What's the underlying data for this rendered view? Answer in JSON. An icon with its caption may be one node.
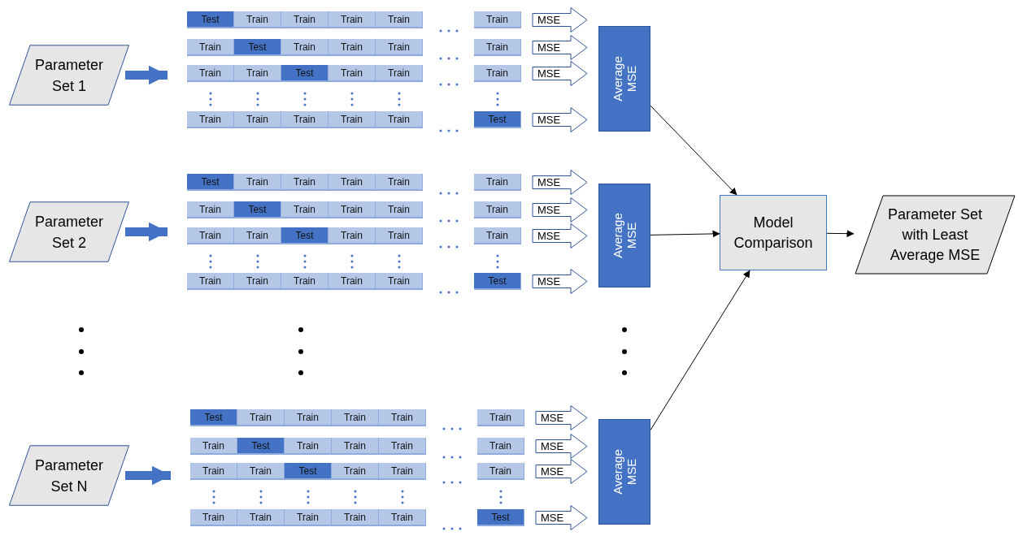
{
  "diagram": {
    "nodes": [
      {
        "text": [
          "Parameter Set 1"
        ]
      },
      {
        "text": [
          "Test"
        ]
      },
      {
        "text": [
          "Train"
        ]
      },
      {
        "text": [
          "Train"
        ]
      },
      {
        "text": [
          "Train"
        ]
      },
      {
        "text": [
          "Train"
        ]
      },
      {
        "text": [
          "Train"
        ]
      },
      {
        "text": [
          "Train"
        ]
      },
      {
        "text": [
          "Test"
        ]
      },
      {
        "text": [
          "Train"
        ]
      },
      {
        "text": [
          "Train"
        ]
      },
      {
        "text": [
          "Train"
        ]
      },
      {
        "text": [
          "Train"
        ]
      },
      {
        "text": [
          "Train"
        ]
      },
      {
        "text": [
          "Train"
        ]
      },
      {
        "text": [
          "Test"
        ]
      },
      {
        "text": [
          "Train"
        ]
      },
      {
        "text": [
          "Train"
        ]
      },
      {
        "text": [
          "Train"
        ]
      },
      {
        "text": [
          "Train"
        ]
      },
      {
        "text": [
          "Train"
        ]
      },
      {
        "text": [
          "Train"
        ]
      },
      {
        "text": [
          "Train"
        ]
      },
      {
        "text": [
          "Train"
        ]
      },
      {
        "text": [
          "Test"
        ]
      },
      {
        "text": [
          "Average MSE"
        ]
      },
      {
        "text": [
          "Parameter Set 2"
        ]
      },
      {
        "text": [
          "Test"
        ]
      },
      {
        "text": [
          "Train"
        ]
      },
      {
        "text": [
          "Train"
        ]
      },
      {
        "text": [
          "Train"
        ]
      },
      {
        "text": [
          "Train"
        ]
      },
      {
        "text": [
          "Train"
        ]
      },
      {
        "text": [
          "Train"
        ]
      },
      {
        "text": [
          "Test"
        ]
      },
      {
        "text": [
          "Train"
        ]
      },
      {
        "text": [
          "Train"
        ]
      },
      {
        "text": [
          "Train"
        ]
      },
      {
        "text": [
          "Train"
        ]
      },
      {
        "text": [
          "Train"
        ]
      },
      {
        "text": [
          "Train"
        ]
      },
      {
        "text": [
          "Test"
        ]
      },
      {
        "text": [
          "Train"
        ]
      },
      {
        "text": [
          "Train"
        ]
      },
      {
        "text": [
          "Train"
        ]
      },
      {
        "text": [
          "Train"
        ]
      },
      {
        "text": [
          "Train"
        ]
      },
      {
        "text": [
          "Train"
        ]
      },
      {
        "text": [
          "Train"
        ]
      },
      {
        "text": [
          "Train"
        ]
      },
      {
        "text": [
          "Test"
        ]
      },
      {
        "text": [
          "Average MSE"
        ]
      },
      {
        "text": [
          "Parameter Set N"
        ]
      },
      {
        "text": [
          "Test"
        ]
      },
      {
        "text": [
          "Train"
        ]
      },
      {
        "text": [
          "Train"
        ]
      },
      {
        "text": [
          "Train"
        ]
      },
      {
        "text": [
          "Train"
        ]
      },
      {
        "text": [
          "Train"
        ]
      },
      {
        "text": [
          "Train"
        ]
      },
      {
        "text": [
          "Test"
        ]
      },
      {
        "text": [
          "Train"
        ]
      },
      {
        "text": [
          "Train"
        ]
      },
      {
        "text": [
          "Train"
        ]
      },
      {
        "text": [
          "Train"
        ]
      },
      {
        "text": [
          "Train"
        ]
      },
      {
        "text": [
          "Train"
        ]
      },
      {
        "text": [
          "Test"
        ]
      },
      {
        "text": [
          "Train"
        ]
      },
      {
        "text": [
          "Train"
        ]
      },
      {
        "text": [
          "Train"
        ]
      },
      {
        "text": [
          "Train"
        ]
      },
      {
        "text": [
          "Train"
        ]
      },
      {
        "text": [
          "Train"
        ]
      },
      {
        "text": [
          "Train"
        ]
      },
      {
        "text": [
          "Train"
        ]
      },
      {
        "text": [
          "Test"
        ]
      },
      {
        "text": [
          "Average MSE"
        ]
      },
      {
        "text": [
          "Model Comparison"
        ]
      },
      {
        "text": [
          "Parameter Set with Least Average MSE"
        ]
      }
    ],
    "edges": [
      {
        "from": 0,
        "to": 13,
        "arrow": "to",
        "style": "thick",
        "color": "#4472c4"
      },
      {
        "from": 6,
        "to": 25,
        "arrow": "to",
        "label": "MSE",
        "style": "thick",
        "color": "#2f5597"
      },
      {
        "from": 12,
        "to": 25,
        "arrow": "to",
        "label": "MSE",
        "style": "thick",
        "color": "#2f5597"
      },
      {
        "from": 18,
        "to": 25,
        "arrow": "to",
        "label": "MSE",
        "style": "thick",
        "color": "#2f5597"
      },
      {
        "from": 24,
        "to": 25,
        "arrow": "to",
        "label": "MSE",
        "style": "thick",
        "color": "#2f5597"
      },
      {
        "from": 26,
        "to": 39,
        "arrow": "to",
        "style": "thick",
        "color": "#4472c4"
      },
      {
        "from": 32,
        "to": 51,
        "arrow": "to",
        "label": "MSE",
        "style": "thick",
        "color": "#2f5597"
      },
      {
        "from": 38,
        "to": 51,
        "arrow": "to",
        "label": "MSE",
        "style": "thick",
        "color": "#2f5597"
      },
      {
        "from": 44,
        "to": 51,
        "arrow": "to",
        "label": "MSE",
        "style": "thick",
        "color": "#2f5597"
      },
      {
        "from": 50,
        "to": 51,
        "arrow": "to",
        "label": "MSE",
        "style": "thick",
        "color": "#2f5597"
      },
      {
        "from": 52,
        "to": 65,
        "arrow": "to",
        "style": "thick",
        "color": "#4472c4"
      },
      {
        "from": 58,
        "to": 77,
        "arrow": "to",
        "label": "MSE",
        "style": "thick",
        "color": "#2f5597"
      },
      {
        "from": 64,
        "to": 77,
        "arrow": "to",
        "label": "MSE",
        "style": "thick",
        "color": "#2f5597"
      },
      {
        "from": 70,
        "to": 77,
        "arrow": "to",
        "label": "MSE",
        "style": "thick",
        "color": "#2f5597"
      },
      {
        "from": 76,
        "to": 77,
        "arrow": "to",
        "label": "MSE",
        "style": "thick",
        "color": "#2f5597"
      },
      {
        "from": 25,
        "to": 78,
        "arrow": "to"
      },
      {
        "from": 51,
        "to": 78,
        "arrow": "to"
      },
      {
        "from": 77,
        "to": 78,
        "arrow": "to"
      },
      {
        "from": 78,
        "to": 79,
        "arrow": "to"
      }
    ]
  }
}
